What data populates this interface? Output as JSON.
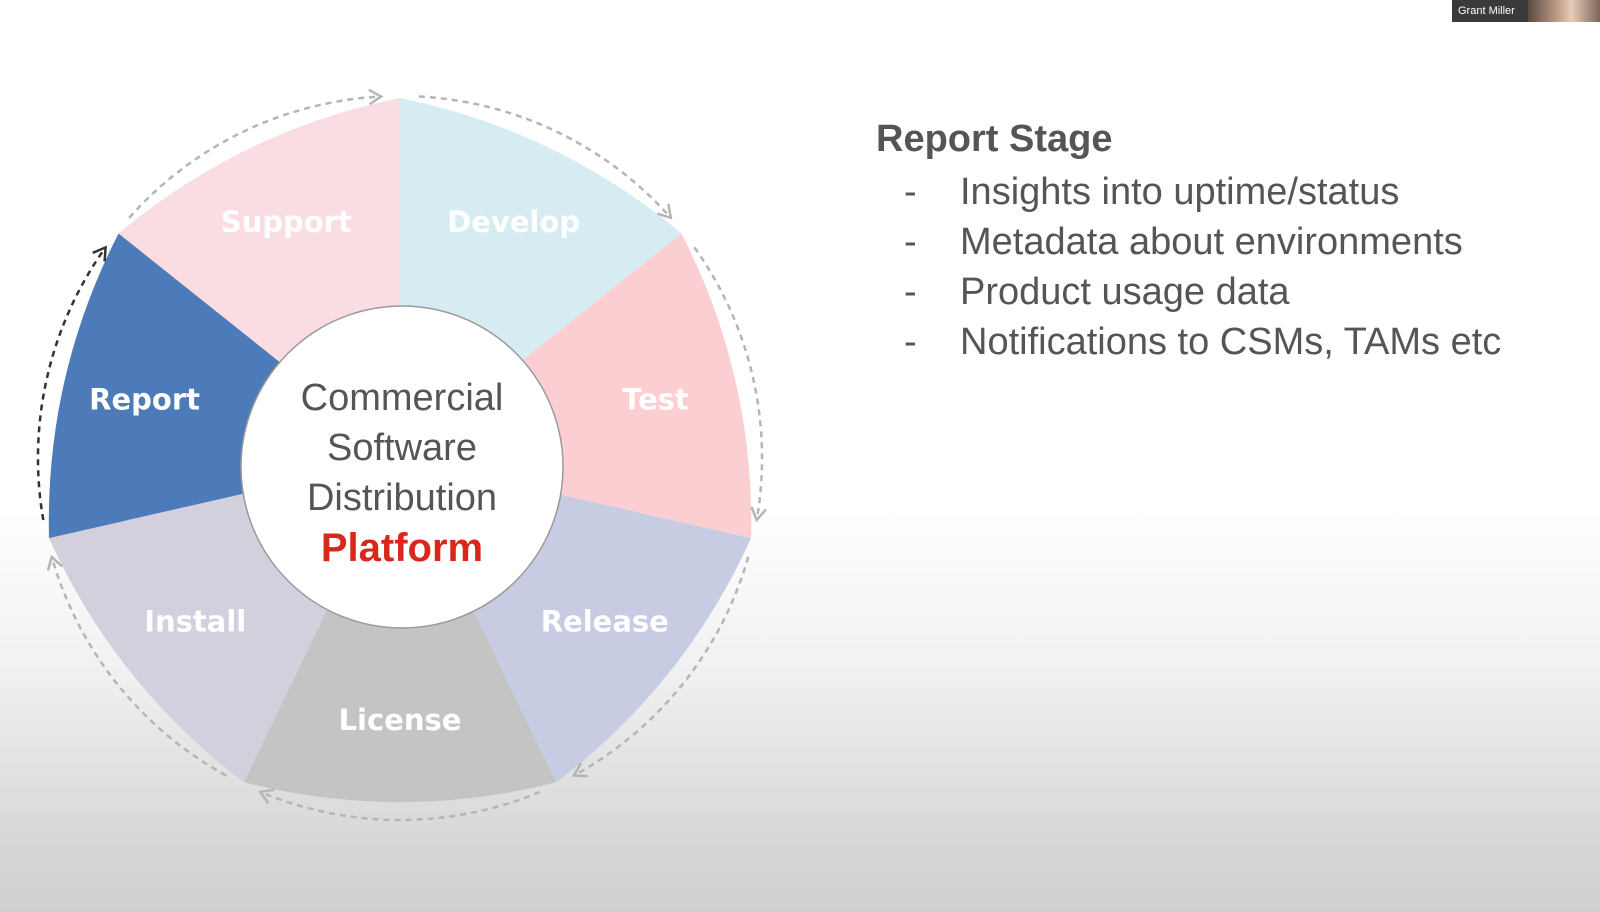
{
  "diagram": {
    "segments": [
      {
        "label": "Support",
        "fill": "#f9dde3",
        "text_color": "#ffffff",
        "active": false
      },
      {
        "label": "Develop",
        "fill": "#d6ecf2",
        "text_color": "#ffffff",
        "active": false
      },
      {
        "label": "Test",
        "fill": "#fbcfd1",
        "text_color": "#ffffff",
        "active": false
      },
      {
        "label": "Release",
        "fill": "#c8cce3",
        "text_color": "#ffffff",
        "active": false
      },
      {
        "label": "License",
        "fill": "#c4c4c4",
        "text_color": "#ffffff",
        "active": false
      },
      {
        "label": "Install",
        "fill": "#d3d0de",
        "text_color": "#ffffff",
        "active": false
      },
      {
        "label": "Report",
        "fill": "#4d7ab8",
        "text_color": "#ffffff",
        "active": true
      }
    ],
    "center": {
      "line1": "Commercial",
      "line2": "Software",
      "line3": "Distribution",
      "accent": "Platform",
      "accent_color": "#d9271c"
    }
  },
  "panel": {
    "heading": "Report Stage",
    "bullet": "-",
    "items": [
      "Insights into uptime/status",
      "Metadata about environments",
      "Product usage data",
      "Notifications to CSMs, TAMs etc"
    ]
  },
  "speaker": {
    "name": "Grant Miller"
  }
}
